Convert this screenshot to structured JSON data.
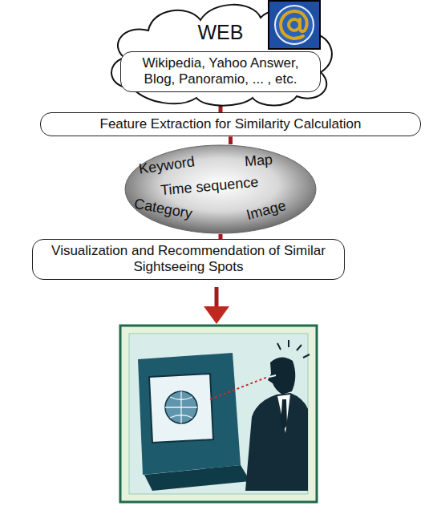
{
  "diagram": {
    "nodes": [
      {
        "text": [
          "WEB"
        ]
      },
      {
        "text": [
          "Wikipedia, Yahoo Answer, Blog, Panoramio, ... , etc."
        ],
        "in": 0
      },
      {
        "text": [
          "Feature Extraction for Similarity Calculation"
        ]
      },
      {
        "text": [
          "Keyword",
          "Map",
          "Time sequence",
          "Category",
          "Image"
        ]
      },
      {
        "text": [
          "Visualization and Recommendation of Similar Sightseeing Spots"
        ]
      }
    ],
    "edges": [
      {
        "from": 1,
        "to": 2,
        "arrow": "none"
      },
      {
        "from": 2,
        "to": 3,
        "arrow": "none"
      },
      {
        "from": 3,
        "to": 4,
        "arrow": "none"
      }
    ]
  }
}
